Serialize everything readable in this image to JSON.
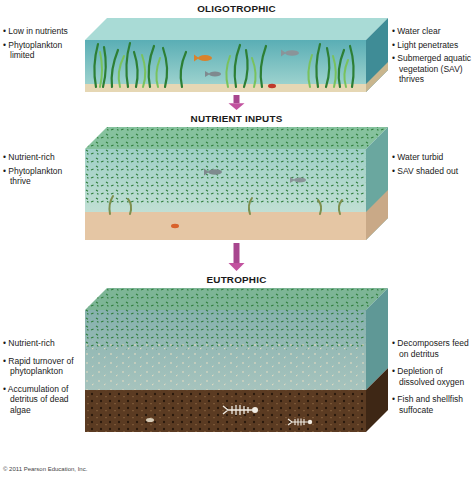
{
  "diagram": {
    "nodes": [
      {
        "text": [
          "OLIGOTROPHIC"
        ]
      },
      {
        "text": [
          "NUTRIENT INPUTS"
        ]
      },
      {
        "text": [
          "EUTROPHIC"
        ]
      }
    ],
    "edges": [
      {
        "from": 0,
        "to": 1,
        "arrow": "to"
      },
      {
        "from": 1,
        "to": 2,
        "arrow": "to"
      }
    ],
    "labels": [
      "• Low in nutrients",
      "• Phytoplankton limited",
      "• Water clear",
      "• Light penetrates",
      "• Submerged aquatic vegetation (SAV) thrives",
      "• Nutrient-rich",
      "• Phytoplankton thrive",
      "• Water turbid",
      "• SAV shaded out",
      "• Nutrient-rich",
      "• Rapid turnover of phytoplankton",
      "• Accumulation of detritus of dead algae",
      "• Decomposers feed on detritus",
      "• Depletion of dissolved oxygen",
      "• Fish and shellfish suffocate",
      "© 2011 Pearson Education, Inc."
    ]
  }
}
